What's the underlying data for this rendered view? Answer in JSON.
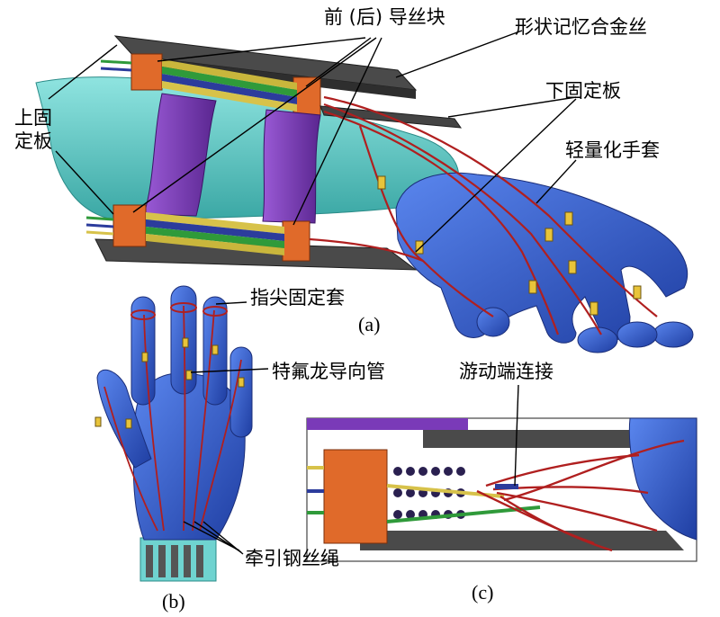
{
  "labels": {
    "guide_block": "前 (后) 导丝块",
    "sma_wire": "形状记忆合金丝",
    "upper_plate_line1": "上固",
    "upper_plate_line2": "定板",
    "lower_plate": "下固定板",
    "light_glove": "轻量化手套",
    "fingertip_sleeve": "指尖固定套",
    "teflon_tube": "特氟龙导向管",
    "sliding_end": "游动端连接",
    "steel_cable": "牵引钢丝绳"
  },
  "captions": {
    "a": "(a)",
    "b": "(b)",
    "c": "(c)"
  },
  "colors": {
    "skin": "#6fd3d0",
    "glove": "#2f57c8",
    "strap": "#7a3ab8",
    "block": "#e06a2a",
    "plate": "#3a3a3a",
    "cable": "#b01f1f",
    "teflon": "#e8c43a"
  }
}
